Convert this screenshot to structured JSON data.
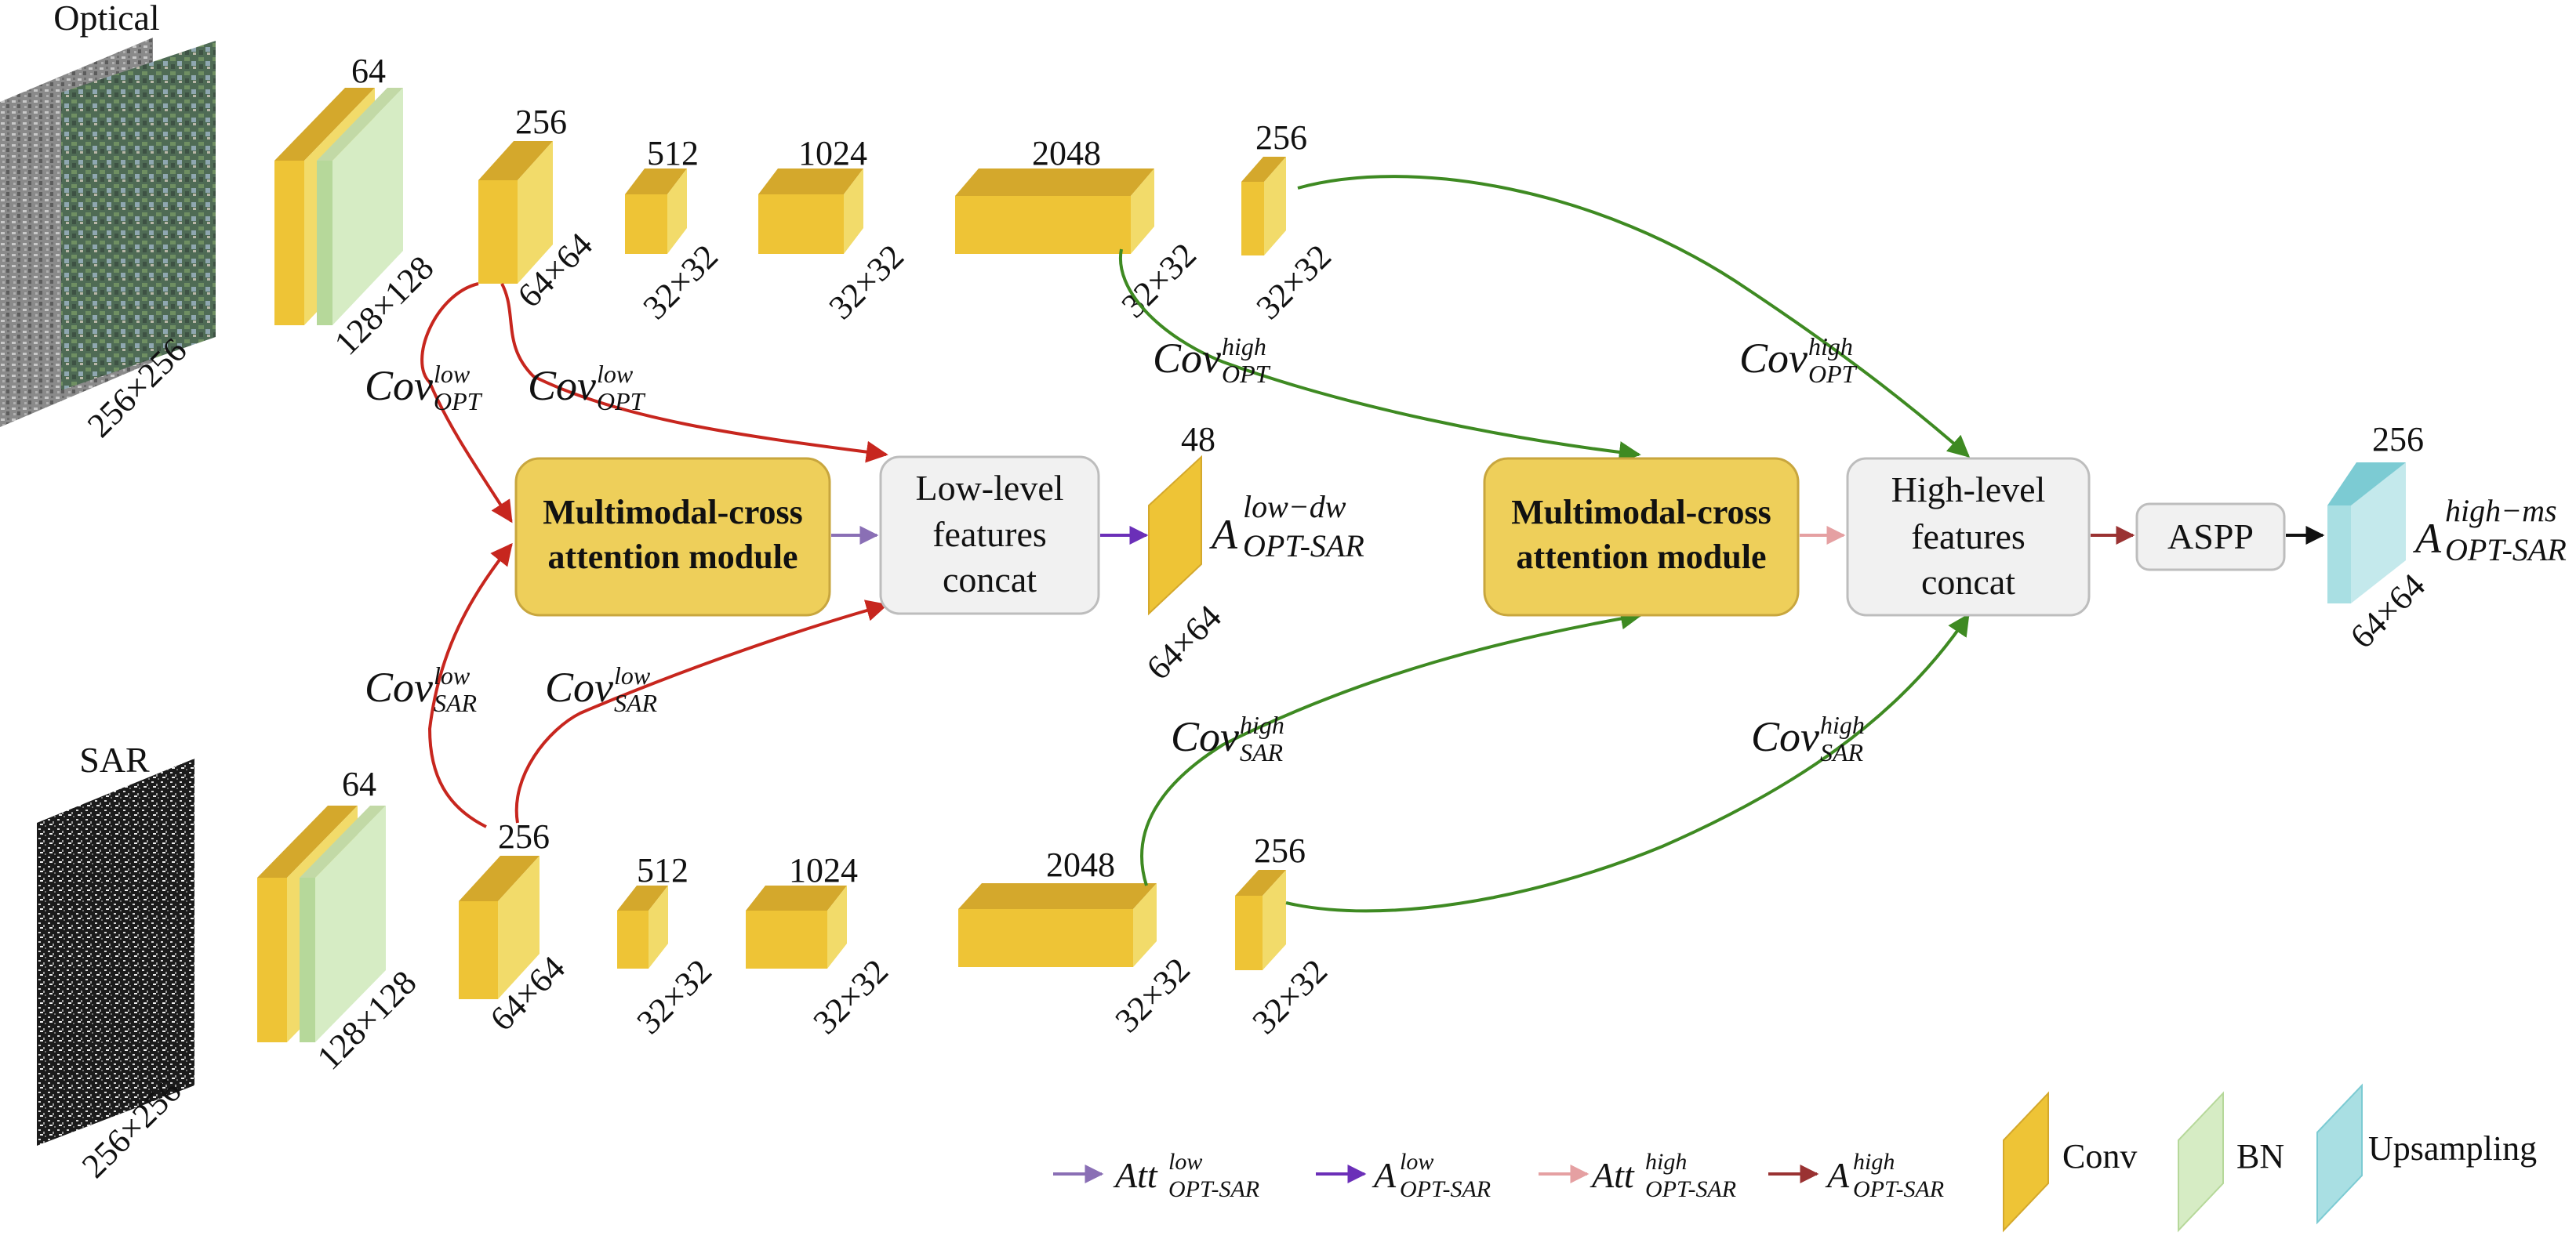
{
  "inputs": {
    "optical_label": "Optical",
    "optical_size": "256×256",
    "sar_label": "SAR",
    "sar_size": "256×256"
  },
  "optical_branch": {
    "stage1": {
      "channels": "64",
      "size": "128×128"
    },
    "stage2": {
      "channels": "256",
      "size": "64×64"
    },
    "stage3": {
      "channels": "512",
      "size": "32×32"
    },
    "stage4": {
      "channels": "1024",
      "size": "32×32"
    },
    "stage5": {
      "channels": "2048",
      "size": "32×32"
    },
    "stage6": {
      "channels": "256",
      "size": "32×32"
    }
  },
  "sar_branch": {
    "stage1": {
      "channels": "64",
      "size": "128×128"
    },
    "stage2": {
      "channels": "256",
      "size": "64×64"
    },
    "stage3": {
      "channels": "512",
      "size": "32×32"
    },
    "stage4": {
      "channels": "1024",
      "size": "32×32"
    },
    "stage5": {
      "channels": "2048",
      "size": "32×32"
    },
    "stage6": {
      "channels": "256",
      "size": "32×32"
    }
  },
  "modules": {
    "mca_low_line1": "Multimodal-cross",
    "mca_low_line2": "attention module",
    "mca_high_line1": "Multimodal-cross",
    "mca_high_line2": "attention module",
    "low_concat": [
      "Low-level",
      "features",
      "concat"
    ],
    "high_concat": [
      "High-level",
      "features",
      "concat"
    ],
    "aspp": "ASPP"
  },
  "outputs": {
    "low": {
      "channels": "48",
      "size": "64×64",
      "symbol": "A",
      "sup": "low−dw",
      "sub": "OPT-SAR"
    },
    "high": {
      "channels": "256",
      "size": "64×64",
      "symbol": "A",
      "sup": "high−ms",
      "sub": "OPT-SAR"
    }
  },
  "cov_labels": {
    "opt_low_a": {
      "base": "Cov",
      "sup": "low",
      "sub": "OPT"
    },
    "opt_low_b": {
      "base": "Cov",
      "sup": "low",
      "sub": "OPT"
    },
    "sar_low_a": {
      "base": "Cov",
      "sup": "low",
      "sub": "SAR"
    },
    "sar_low_b": {
      "base": "Cov",
      "sup": "low",
      "sub": "SAR"
    },
    "opt_high_a": {
      "base": "Cov",
      "sup": "high",
      "sub": "OPT"
    },
    "opt_high_b": {
      "base": "Cov",
      "sup": "high",
      "sub": "OPT"
    },
    "sar_high_a": {
      "base": "Cov",
      "sup": "high",
      "sub": "SAR"
    },
    "sar_high_b": {
      "base": "Cov",
      "sup": "high",
      "sub": "SAR"
    }
  },
  "legend": {
    "att_low": {
      "base": "Att",
      "sup": "low",
      "sub": "OPT-SAR"
    },
    "a_low": {
      "base": "A",
      "sup": "low",
      "sub": "OPT-SAR"
    },
    "att_high": {
      "base": "Att",
      "sup": "high",
      "sub": "OPT-SAR"
    },
    "a_high": {
      "base": "A",
      "sup": "high",
      "sub": "OPT-SAR"
    },
    "conv": "Conv",
    "bn": "BN",
    "upsampling": "Upsampling"
  },
  "colors": {
    "conv_front": "#eec436",
    "conv_top": "#d4a82c",
    "conv_side": "#f2db6a",
    "bn": "#d6ecc4",
    "upsampling": "#a9dfe3",
    "low_path": "#c7261e",
    "high_path": "#3e8a22",
    "att_low_arrow": "#8a6fb5",
    "a_low_arrow": "#6b2fb8",
    "att_high_arrow": "#e5a0a2",
    "a_high_arrow": "#9a3232",
    "mca_fill": "#eecf5a",
    "concat_fill": "#f1f1f1"
  }
}
